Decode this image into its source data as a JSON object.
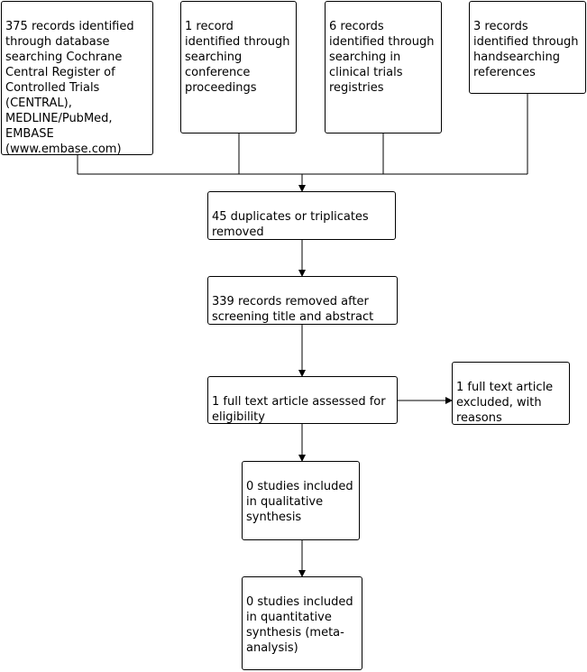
{
  "boxes": {
    "database_search": "375 records identified through database searching Cochrane Central Register of Controlled Trials (CENTRAL), MEDLINE/PubMed, EMBASE (www.embase.com)",
    "conference": "1 record identified through searching conference proceedings",
    "registries": "6 records identified through searching in clinical trials registries",
    "handsearching": "3 records identified through handsearching references",
    "duplicates": "45 duplicates or triplicates removed",
    "screening": "339 records removed after screening title and abstract",
    "eligibility": "1 full text article assessed for eligibility",
    "excluded": "1 full text article excluded, with reasons",
    "qualitative": "0 studies included in qualitative synthesis",
    "quantitative": "0 studies included in quantitative synthesis (meta-analysis)"
  },
  "colors": {
    "line": "#000000",
    "box_border": "#000000",
    "background": "#ffffff"
  }
}
